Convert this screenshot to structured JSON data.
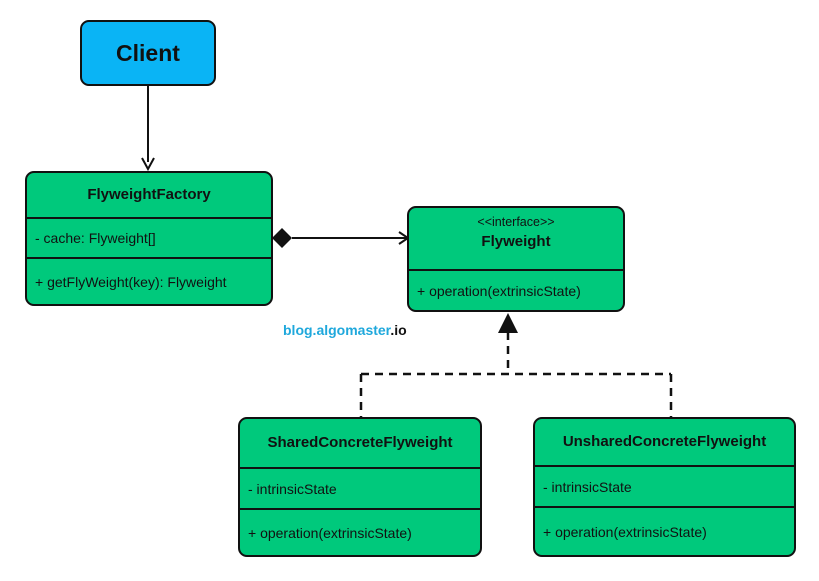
{
  "client": {
    "label": "Client"
  },
  "factory": {
    "title": "FlyweightFactory",
    "attribute": "- cache: Flyweight[]",
    "method": "+ getFlyWeight(key): Flyweight"
  },
  "flyweight": {
    "stereotype": "<<interface>>",
    "title": "Flyweight",
    "method": "+ operation(extrinsicState)"
  },
  "shared": {
    "title": "SharedConcreteFlyweight",
    "attribute": "- intrinsicState",
    "method": "+ operation(extrinsicState)"
  },
  "unshared": {
    "title": "UnsharedConcreteFlyweight",
    "attribute": "- intrinsicState",
    "method": "+ operation(extrinsicState)"
  },
  "watermark": {
    "prefix": "blog.",
    "brand": "algomaster",
    "suffix": ".io"
  },
  "colors": {
    "class_fill": "#00c97c",
    "client_fill": "#0ab4f5",
    "watermark_blue": "#1fa8dc"
  }
}
